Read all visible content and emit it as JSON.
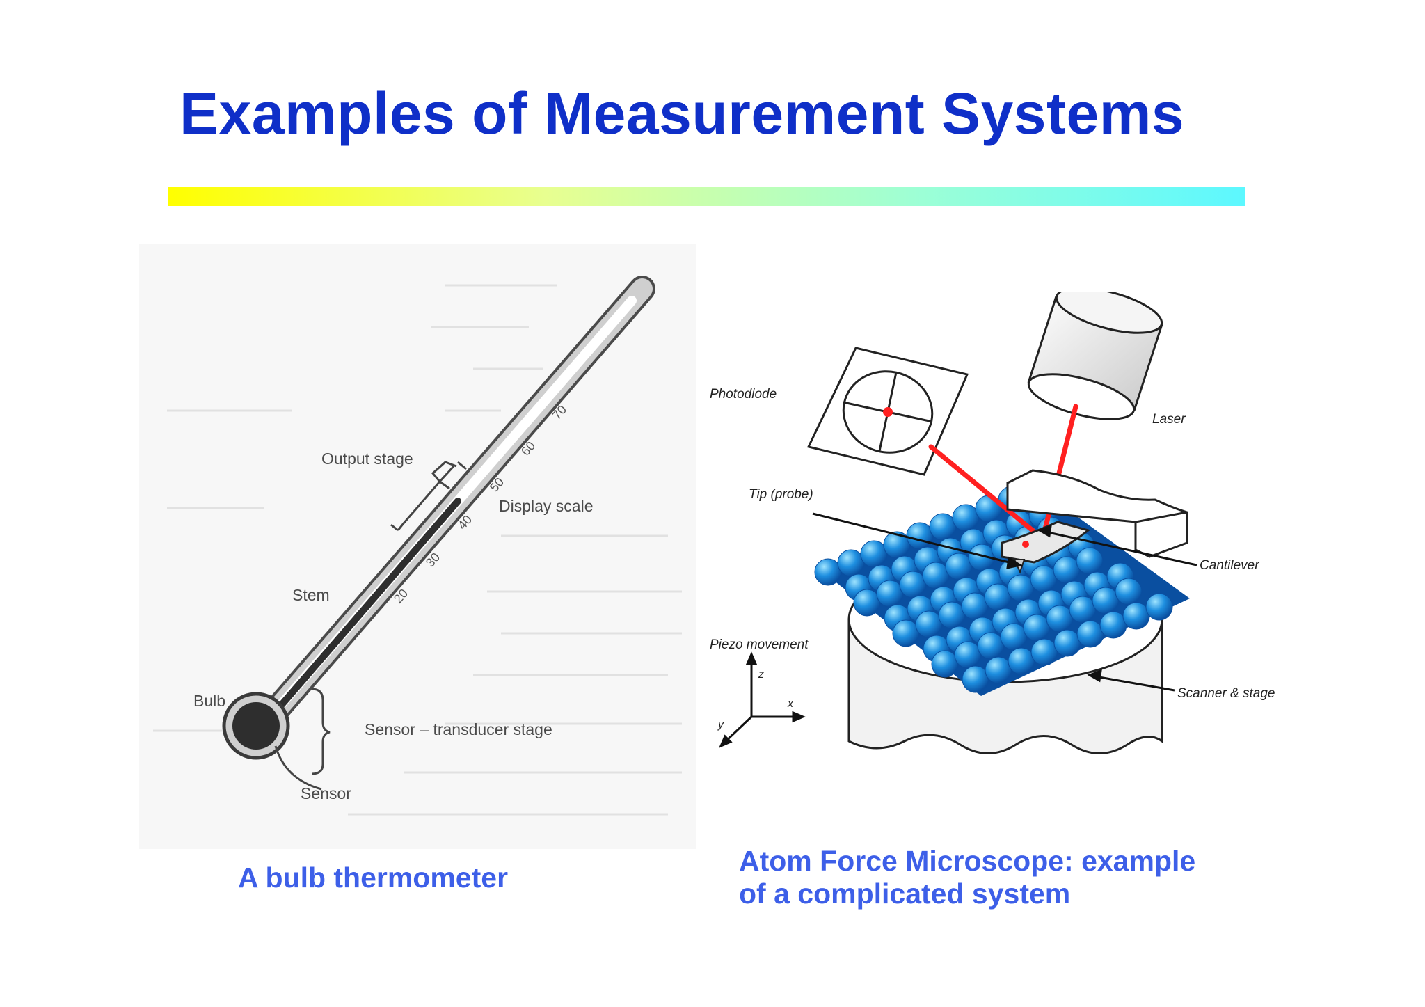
{
  "slide": {
    "title": "Examples of Measurement Systems",
    "accent_gradient": [
      "#ffff00",
      "#e8ff90",
      "#9cffd6",
      "#5cf8ff"
    ]
  },
  "thermometer": {
    "caption": "A bulb thermometer",
    "labels": {
      "output_stage": "Output stage",
      "display_scale": "Display scale",
      "stem": "Stem",
      "bulb": "Bulb",
      "sensor_transducer": "Sensor – transducer stage",
      "sensor": "Sensor"
    },
    "scale_ticks": [
      "20",
      "30",
      "40",
      "50",
      "60",
      "70"
    ]
  },
  "afm": {
    "caption_line1": "Atom Force Microscope: example",
    "caption_line2": "of a complicated system",
    "labels": {
      "photodiode": "Photodiode",
      "laser": "Laser",
      "tip": "Tip (probe)",
      "cantilever": "Cantilever",
      "piezo": "Piezo movement",
      "scanner": "Scanner & stage"
    },
    "axes": {
      "x": "x",
      "y": "y",
      "z": "z"
    },
    "colors": {
      "beam": "#ff2020",
      "atoms": "#1e8fe0",
      "atom_dark": "#0a4fa0"
    }
  }
}
